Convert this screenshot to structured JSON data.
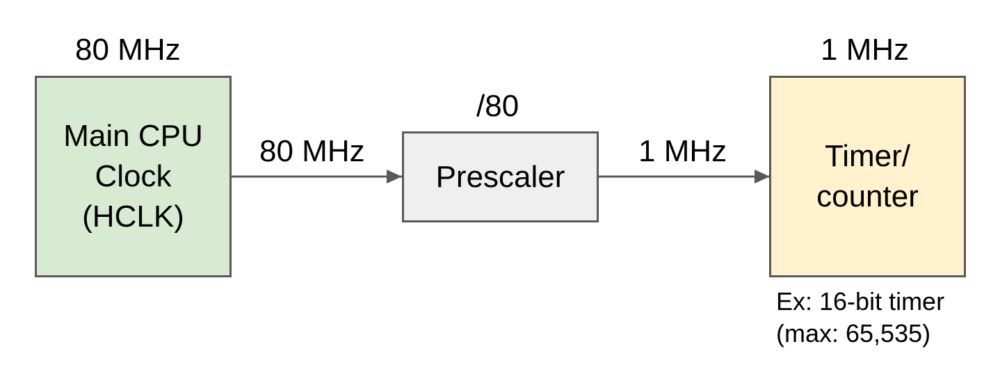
{
  "diagram": {
    "cpu_clock": {
      "freq_label": "80 MHz",
      "lines": [
        "Main CPU",
        "Clock",
        "(HCLK)"
      ],
      "fill": "#d9ead3"
    },
    "arrow_cpu_to_prescaler": {
      "label": "80 MHz"
    },
    "prescaler": {
      "divider_label": "/80",
      "label": "Prescaler",
      "fill": "#efefef"
    },
    "arrow_prescaler_to_timer": {
      "label": "1 MHz"
    },
    "timer": {
      "freq_label": "1 MHz",
      "lines": [
        "Timer/",
        "counter"
      ],
      "fill": "#fff2cc"
    },
    "timer_note": {
      "lines": [
        "Ex: 16-bit timer",
        "(max: 65,535)"
      ]
    },
    "colors": {
      "border": "#595959",
      "arrow": "#595959"
    }
  }
}
